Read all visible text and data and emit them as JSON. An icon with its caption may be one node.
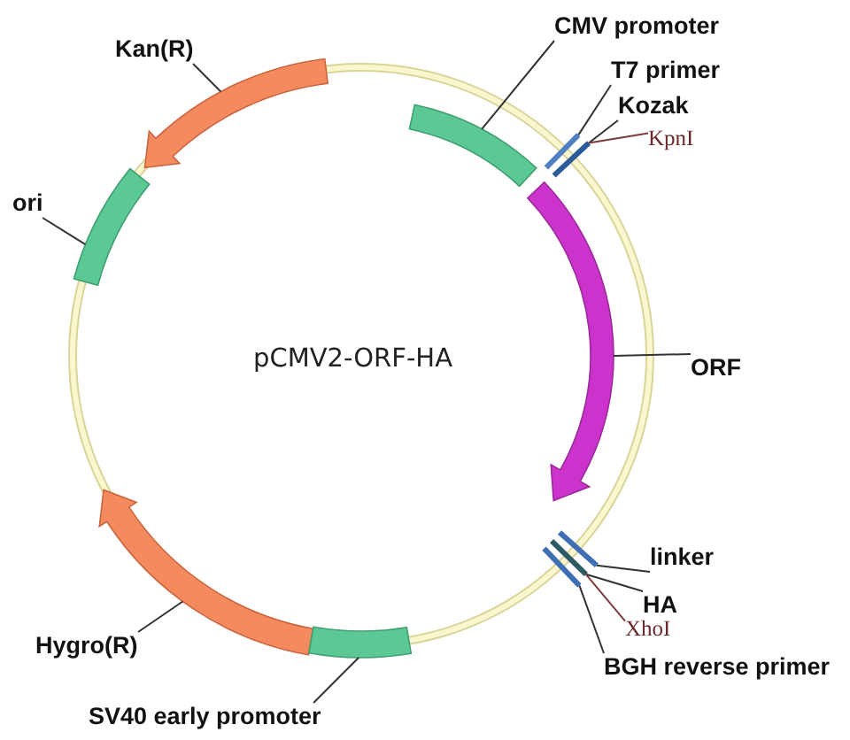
{
  "diagram": {
    "title": "pCMV2-ORF-HA",
    "nodes": [
      {
        "text": [
          "CMV promoter"
        ]
      },
      {
        "text": [
          "Kan(R)"
        ]
      },
      {
        "text": [
          "T7 primer"
        ]
      },
      {
        "text": [],
        "shape": "arrow"
      },
      {
        "text": [
          "Kozak"
        ]
      },
      {
        "text": [],
        "shape": "arc"
      },
      {
        "text": [
          "KpnI"
        ]
      },
      {
        "text": [],
        "shape": "line"
      },
      {
        "text": [],
        "shape": "line"
      },
      {
        "text": [],
        "shape": "arc"
      },
      {
        "text": [],
        "shape": "arrow"
      },
      {
        "text": [
          "ori"
        ]
      },
      {
        "text": [
          "ORF"
        ]
      },
      {
        "text": [],
        "shape": "arrow"
      },
      {
        "text": [],
        "shape": "line"
      },
      {
        "text": [],
        "shape": "line"
      },
      {
        "text": [],
        "shape": "line"
      },
      {
        "text": [
          "linker"
        ]
      },
      {
        "text": [
          "HA"
        ]
      },
      {
        "text": [
          "Hygro(R)"
        ]
      },
      {
        "text": [
          "XhoI"
        ]
      },
      {
        "text": [],
        "shape": "arc"
      },
      {
        "text": [
          "BGH reverse primer"
        ]
      },
      {
        "text": [
          "SV40 early promoter"
        ]
      }
    ],
    "edges": [
      {
        "from": 0,
        "to": 5,
        "arrow": "none"
      },
      {
        "from": 1,
        "to": 3,
        "arrow": "none"
      },
      {
        "from": 2,
        "to": 7,
        "arrow": "none"
      },
      {
        "from": 4,
        "to": 8,
        "arrow": "none"
      },
      {
        "from": 6,
        "to": 8,
        "arrow": "none",
        "color": "#7a3c3c"
      },
      {
        "from": 11,
        "to": 9,
        "arrow": "none"
      },
      {
        "from": 12,
        "to": 10,
        "arrow": "none"
      },
      {
        "from": 17,
        "to": 14,
        "arrow": "none"
      },
      {
        "from": 18,
        "to": 15,
        "arrow": "none"
      },
      {
        "from": 19,
        "to": 13,
        "arrow": "none"
      },
      {
        "from": 20,
        "to": 15,
        "arrow": "none",
        "color": "#7a3c3c"
      },
      {
        "from": 22,
        "to": 16,
        "arrow": "none"
      },
      {
        "from": 23,
        "to": 21,
        "arrow": "none"
      }
    ]
  }
}
